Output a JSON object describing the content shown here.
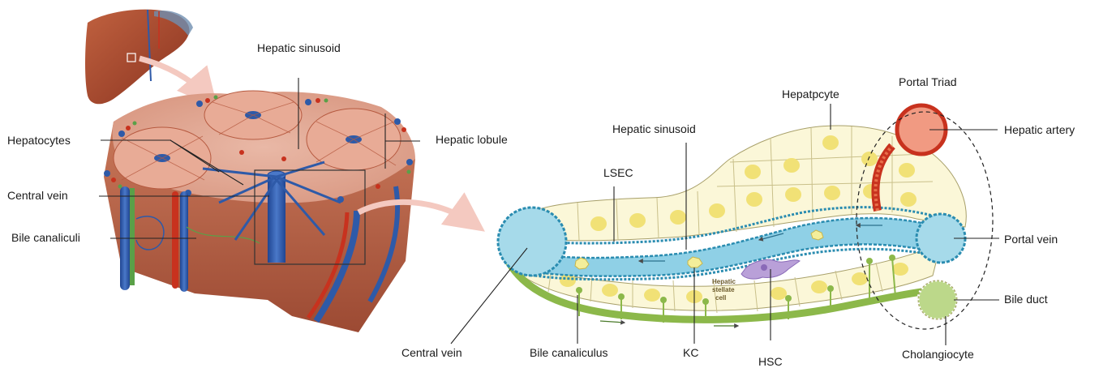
{
  "left_panel": {
    "labels": {
      "hepatic_sinusoid": "Hepatic sinusoid",
      "hepatocytes": "Hepatocytes",
      "hepatic_lobule": "Hepatic lobule",
      "central_vein": "Central vein",
      "bile_canaliculi": "Bile canaliculi"
    }
  },
  "right_panel": {
    "labels": {
      "portal_triad": "Portal Triad",
      "hepatocyte": "Hepatpcyte",
      "hepatic_sinusoid": "Hepatic sinusoid",
      "hepatic_artery": "Hepatic artery",
      "lsec": "LSEC",
      "portal_vein": "Portal vein",
      "bile_duct": "Bile duct",
      "central_vein": "Central vein",
      "bile_canaliculus": "Bile canaliculus",
      "kc": "KC",
      "hsc": "HSC",
      "cholangiocyte": "Cholangiocyte",
      "hepatic_stellate_cell_line1": "Hepatic",
      "hepatic_stellate_cell_line2": "stellate",
      "hepatic_stellate_cell_line3": "cell"
    }
  },
  "colors": {
    "liver": "#a44a2e",
    "vein_blue": "#2e5aa8",
    "artery_red": "#c8321e",
    "sinusoid_blue": "#8fd0e6",
    "hepatocyte_fill": "#fbf7d8",
    "nucleus": "#f1e176",
    "bile_green": "#8cb84a",
    "portal_arrow": "#f4c9c0"
  }
}
